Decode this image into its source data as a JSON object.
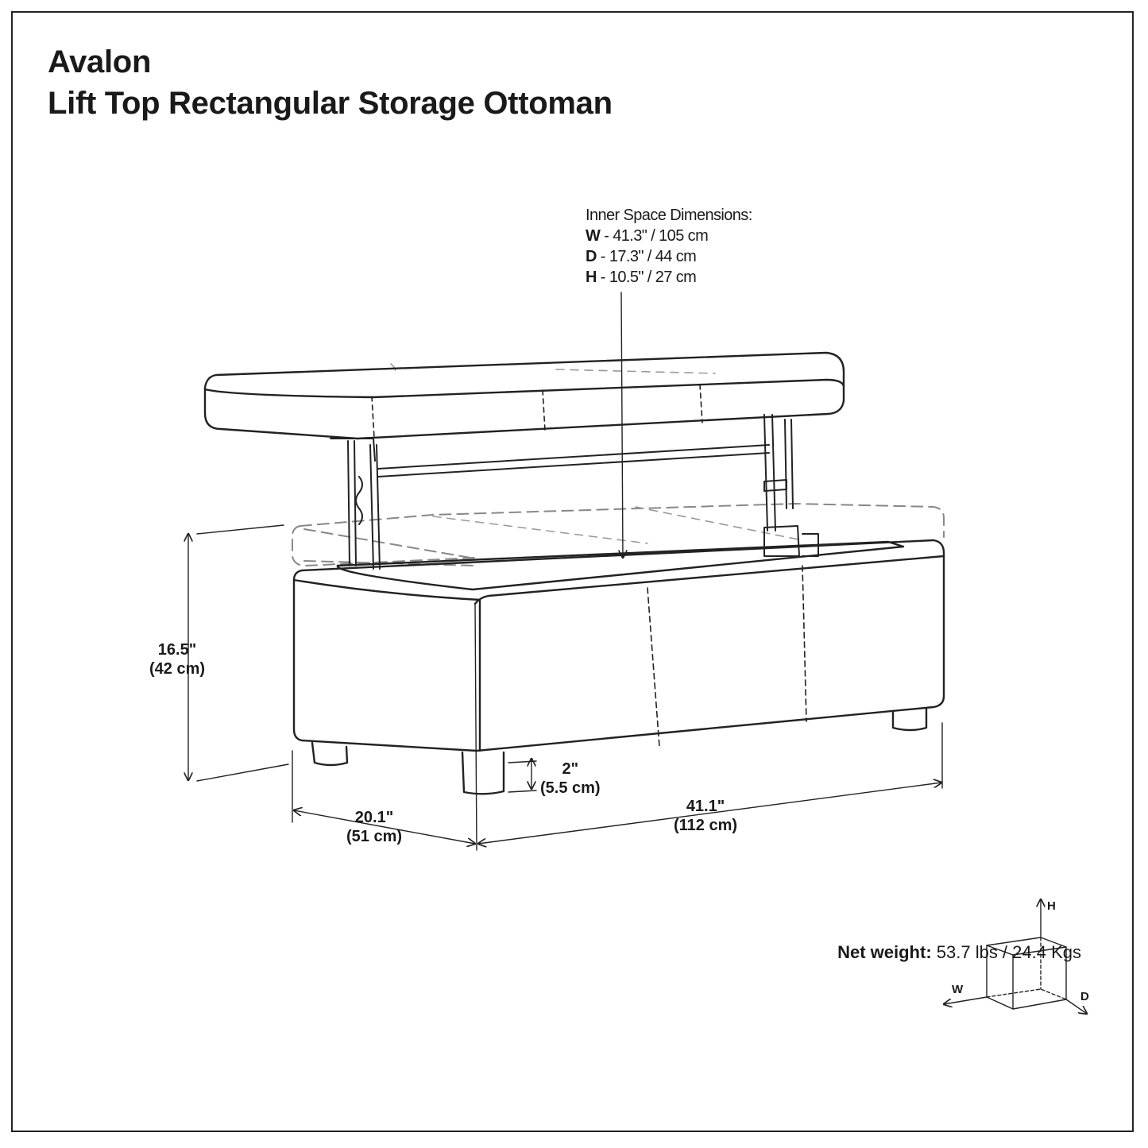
{
  "title": {
    "line1": "Avalon",
    "line2": "Lift Top Rectangular Storage Ottoman"
  },
  "inner_space": {
    "heading": "Inner Space Dimensions:",
    "rows": [
      {
        "key": "W",
        "value": " - 41.3\" / 105 cm"
      },
      {
        "key": "D",
        "value": " - 17.3\" / 44 cm"
      },
      {
        "key": "H",
        "value": " - 10.5\" / 27 cm"
      }
    ]
  },
  "dimensions": {
    "height": {
      "imperial": "16.5\"",
      "metric": "(42 cm)"
    },
    "leg": {
      "imperial": "2\"",
      "metric": "(5.5 cm)"
    },
    "depth": {
      "imperial": "20.1\"",
      "metric": "(51 cm)"
    },
    "width": {
      "imperial": "41.1\"",
      "metric": "(112 cm)"
    }
  },
  "axes": {
    "h": "H",
    "w": "W",
    "d": "D"
  },
  "weight": {
    "label": "Net weight:",
    "value": " 53.7 lbs / 24.4 Kgs"
  }
}
